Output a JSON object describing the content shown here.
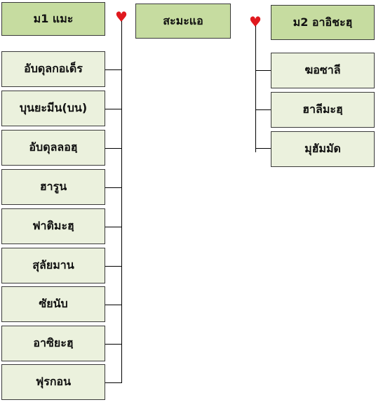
{
  "left_group": {
    "head": "ม1 แมะ",
    "children": [
      "อับดุลกอเด็ร",
      "บุนยะมีน(บน)",
      "อับดุลลอฮฺ",
      "ฮารูน",
      "ฟาติมะฮฺ",
      "สุลัยมาน",
      "ซัยนับ",
      "อาซิยะฮฺ",
      "ฟุรกอน"
    ]
  },
  "middle": {
    "head": "สะมะแอ"
  },
  "right_group": {
    "head": "ม2 อาอิชะฮฺ",
    "children": [
      "ฆอซาลี",
      "ฮาลีมะฮฺ",
      "มุฮัมมัด"
    ]
  },
  "marker_icon": "heart-icon",
  "colors": {
    "head_fill": "#c6dca0",
    "child_fill": "#ebf1dd",
    "heart": "#e0191e"
  }
}
